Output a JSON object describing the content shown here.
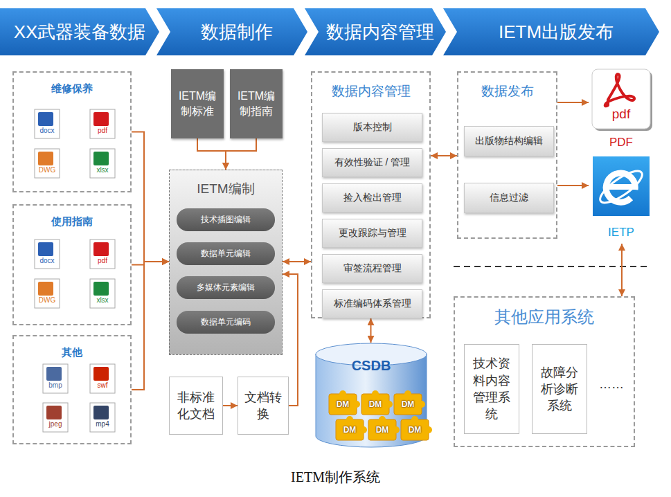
{
  "diagram": {
    "caption": "IETM制作系统",
    "nodes": [
      {
        "text": [
          "XX武器装备数据"
        ]
      },
      {
        "text": [
          "数据制作"
        ]
      },
      {
        "text": [
          "数据内容管理"
        ]
      },
      {
        "text": [
          "IETM出版发布"
        ]
      },
      {
        "text": [
          "维修保养"
        ]
      },
      {
        "text": [
          "使用指南"
        ]
      },
      {
        "text": [
          "其他"
        ]
      },
      {
        "text": [
          "IETM编制标准"
        ]
      },
      {
        "text": [
          "IETM编制指南"
        ]
      },
      {
        "text": [
          "IETM编制"
        ]
      },
      {
        "text": [
          "技术插图编辑"
        ],
        "in": 9
      },
      {
        "text": [
          "数据单元编辑"
        ],
        "in": 9
      },
      {
        "text": [
          "多媒体元素编辑"
        ],
        "in": 9
      },
      {
        "text": [
          "数据单元编码"
        ],
        "in": 9
      },
      {
        "text": [
          "非标准化文档"
        ]
      },
      {
        "text": [
          "文档转换"
        ]
      },
      {
        "text": [
          "数据内容管理"
        ]
      },
      {
        "text": [
          "版本控制"
        ],
        "in": 16
      },
      {
        "text": [
          "有效性验证 / 管理"
        ],
        "in": 16
      },
      {
        "text": [
          "捡入检出管理"
        ],
        "in": 16
      },
      {
        "text": [
          "更改跟踪与管理"
        ],
        "in": 16
      },
      {
        "text": [
          "审签流程管理"
        ],
        "in": 16
      },
      {
        "text": [
          "标准编码体系管理"
        ],
        "in": 16
      },
      {
        "text": [
          "CSDB"
        ]
      },
      {
        "text": [
          "DM"
        ],
        "in": 23
      },
      {
        "text": [
          "DM"
        ],
        "in": 23
      },
      {
        "text": [
          "DM"
        ],
        "in": 23
      },
      {
        "text": [
          "DM"
        ],
        "in": 23
      },
      {
        "text": [
          "DM"
        ],
        "in": 23
      },
      {
        "text": [
          "DM"
        ],
        "in": 23
      },
      {
        "text": [
          "数据发布"
        ]
      },
      {
        "text": [
          "出版物结构编辑"
        ],
        "in": 30
      },
      {
        "text": [
          "信息过滤"
        ],
        "in": 30
      },
      {
        "text": [
          "pdf",
          "PDF"
        ]
      },
      {
        "text": [
          "IETP"
        ]
      },
      {
        "text": [
          "其他应用系统"
        ]
      },
      {
        "text": [
          "技术资料内容管理系统"
        ],
        "in": 35
      },
      {
        "text": [
          "故障分析诊断系统"
        ],
        "in": 35
      }
    ],
    "edges": [
      {
        "from": 4,
        "to": 9,
        "arrow": "to"
      },
      {
        "from": 5,
        "to": 9,
        "arrow": "to"
      },
      {
        "from": 6,
        "to": 9,
        "arrow": "to"
      },
      {
        "from": 7,
        "to": 9,
        "arrow": "to"
      },
      {
        "from": 8,
        "to": 9,
        "arrow": "to"
      },
      {
        "from": 14,
        "to": 15,
        "arrow": "to"
      },
      {
        "from": 15,
        "to": 9,
        "arrow": "to"
      },
      {
        "from": 9,
        "to": 16,
        "arrow": "both"
      },
      {
        "from": 16,
        "to": 30,
        "arrow": "both"
      },
      {
        "from": 16,
        "to": 23,
        "arrow": "both"
      },
      {
        "from": 30,
        "to": 33,
        "arrow": "to"
      },
      {
        "from": 30,
        "to": 34,
        "arrow": "to"
      },
      {
        "from": 34,
        "to": 35,
        "arrow": "both"
      }
    ],
    "labels": [
      "docx",
      "pdf",
      "DWG",
      "xlsx",
      "docx",
      "pdf",
      "DWG",
      "xlsx",
      "bmp",
      "swf",
      "jpeg",
      "mp4",
      "……"
    ]
  }
}
